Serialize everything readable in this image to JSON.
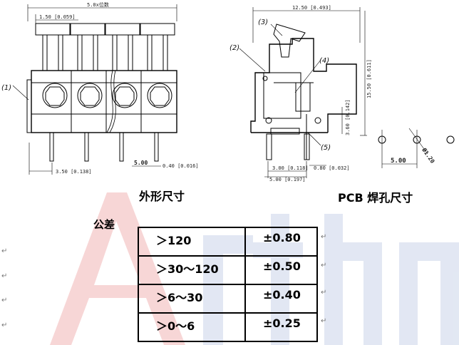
{
  "front_view": {
    "top_dim": "5.0x位数",
    "pitch_dim": "1.50 [0.059]",
    "pin_dim": "3.50 [0.138]",
    "pitch_bottom": "5.00",
    "pin_width": "0.40 [0.016]",
    "callout_1": "(1)"
  },
  "side_view": {
    "width_dim": "12.50 [0.493]",
    "height_dim": "15.50 [0.611]",
    "pin_dim": "3.60 [0.142]",
    "bottom_dim_1": "3.00 [0.118]",
    "bottom_dim_2": "5.00 [0.197]",
    "pin_thick": "0.80 [0.032]",
    "callout_2": "(2)",
    "callout_3": "(3)",
    "callout_4": "(4)",
    "callout_5": "(5)"
  },
  "pcb_layout": {
    "pitch": "5.00",
    "hole": "Ø1.20"
  },
  "captions": {
    "outline": "外形尺寸",
    "pcb": "PCB 焊孔尺寸"
  },
  "tolerance": {
    "title": "公差",
    "rows": [
      {
        "range": "＞120",
        "value": "±0.80"
      },
      {
        "range": "＞30～120",
        "value": "±0.50"
      },
      {
        "range": "＞6～30",
        "value": "±0.40"
      },
      {
        "range": "＞0～6",
        "value": "±0.25"
      }
    ]
  },
  "paragraph_mark": "↵",
  "watermark": "Arthon"
}
